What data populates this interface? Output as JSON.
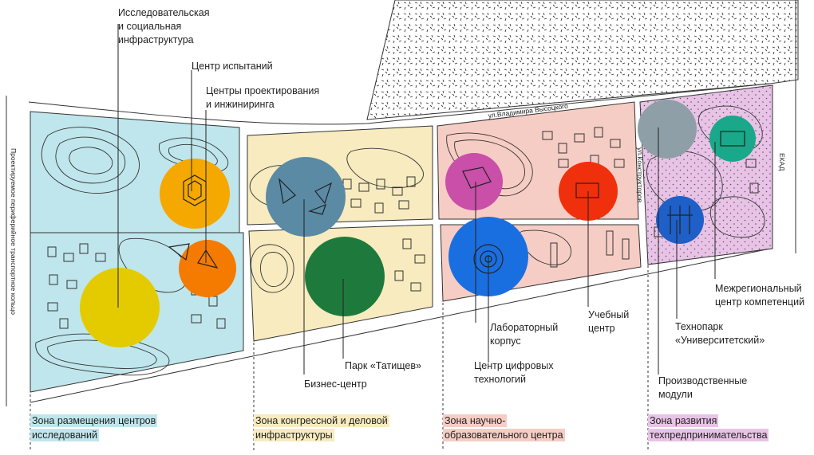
{
  "labels": {
    "research_infra": "Исследовательская\nи социальная\nинфраструктура",
    "test_center": "Центр испытаний",
    "design_centers": "Центры проектирования\nи инжиниринга",
    "business_center": "Бизнес-центр",
    "tatishchev_park": "Парк «Татищев»",
    "digital_center": "Центр цифровых\nтехнологий",
    "lab_building": "Лабораторный\nкорпус",
    "training_center": "Учебный\nцентр",
    "production_modules": "Производственные\nмодули",
    "technopark": "Технопарк\n«Университетский»",
    "interregional_center": "Межрегиональный\nцентр компетенций"
  },
  "streets": {
    "vysotsky": "ул.Владимира Высоцкого",
    "konstruktorov": "ул.Конструкторов",
    "ekad": "ЕКАД",
    "ring": "Проектируемое периферийное транспортное кольцо"
  },
  "zones": [
    {
      "label": "Зона размещения центров\nисследований",
      "color": "#bfe6ec"
    },
    {
      "label": "Зона конгрессной и деловой\nинфраструктуры",
      "color": "#f7ebbf"
    },
    {
      "label": "Зона научно-\nобразовательного центра",
      "color": "#f6cdc4"
    },
    {
      "label": "Зона развития\nтехпредпринимательства",
      "color": "#e9c3e7"
    }
  ],
  "colors": {
    "research_bg": "#bfe6ec",
    "congress_bg": "#f7ebbf",
    "science_bg": "#f6cdc4",
    "tech_bg": "#e9c3e7",
    "circle_orange": "#f5a800",
    "circle_orange2": "#f47a00",
    "circle_yellow": "#e4cb00",
    "circle_slate": "#5b8aa5",
    "circle_green": "#1e7a3c",
    "circle_magenta": "#c94fa8",
    "circle_red": "#f0300c",
    "circle_blue": "#1a6fe0",
    "circle_gray": "#8e9fa7",
    "circle_teal": "#1aa88a",
    "circle_darkblue": "#1e5fc8"
  }
}
